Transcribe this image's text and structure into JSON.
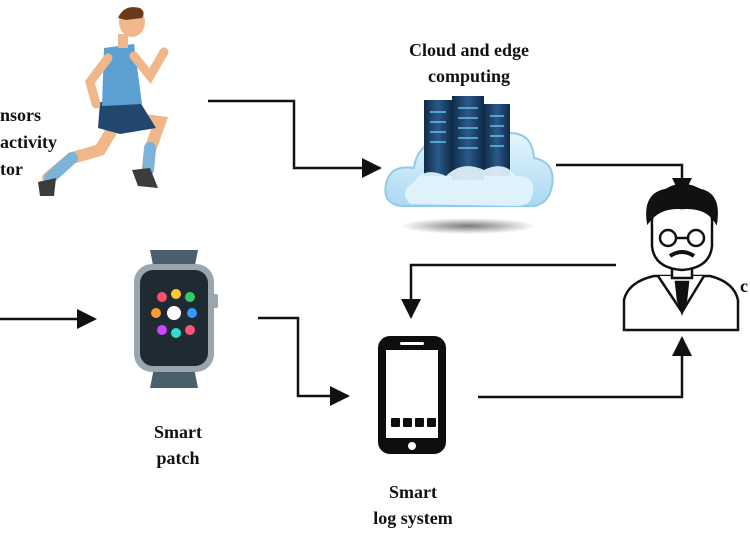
{
  "nodes": {
    "sensors": {
      "lines": [
        "nsors",
        "activity",
        "tor"
      ]
    },
    "cloud": {
      "lines": [
        "Cloud and edge",
        "computing"
      ]
    },
    "smart_patch": {
      "lines": [
        "Smart",
        "patch"
      ]
    },
    "smart_log": {
      "lines": [
        "Smart",
        "log system"
      ]
    },
    "doctor": {
      "lines": [
        "c"
      ]
    }
  },
  "colors": {
    "line": "#111111",
    "cloud": "#cfeaf8",
    "server": "#1d3e63",
    "watch_band": "#4b5e6b",
    "watch_screen": "#1f2a33"
  },
  "icons": {
    "runner": "runner-icon",
    "cloud_server": "cloud-server-icon",
    "watch": "smartwatch-icon",
    "phone": "smartphone-icon",
    "doctor": "doctor-icon"
  }
}
